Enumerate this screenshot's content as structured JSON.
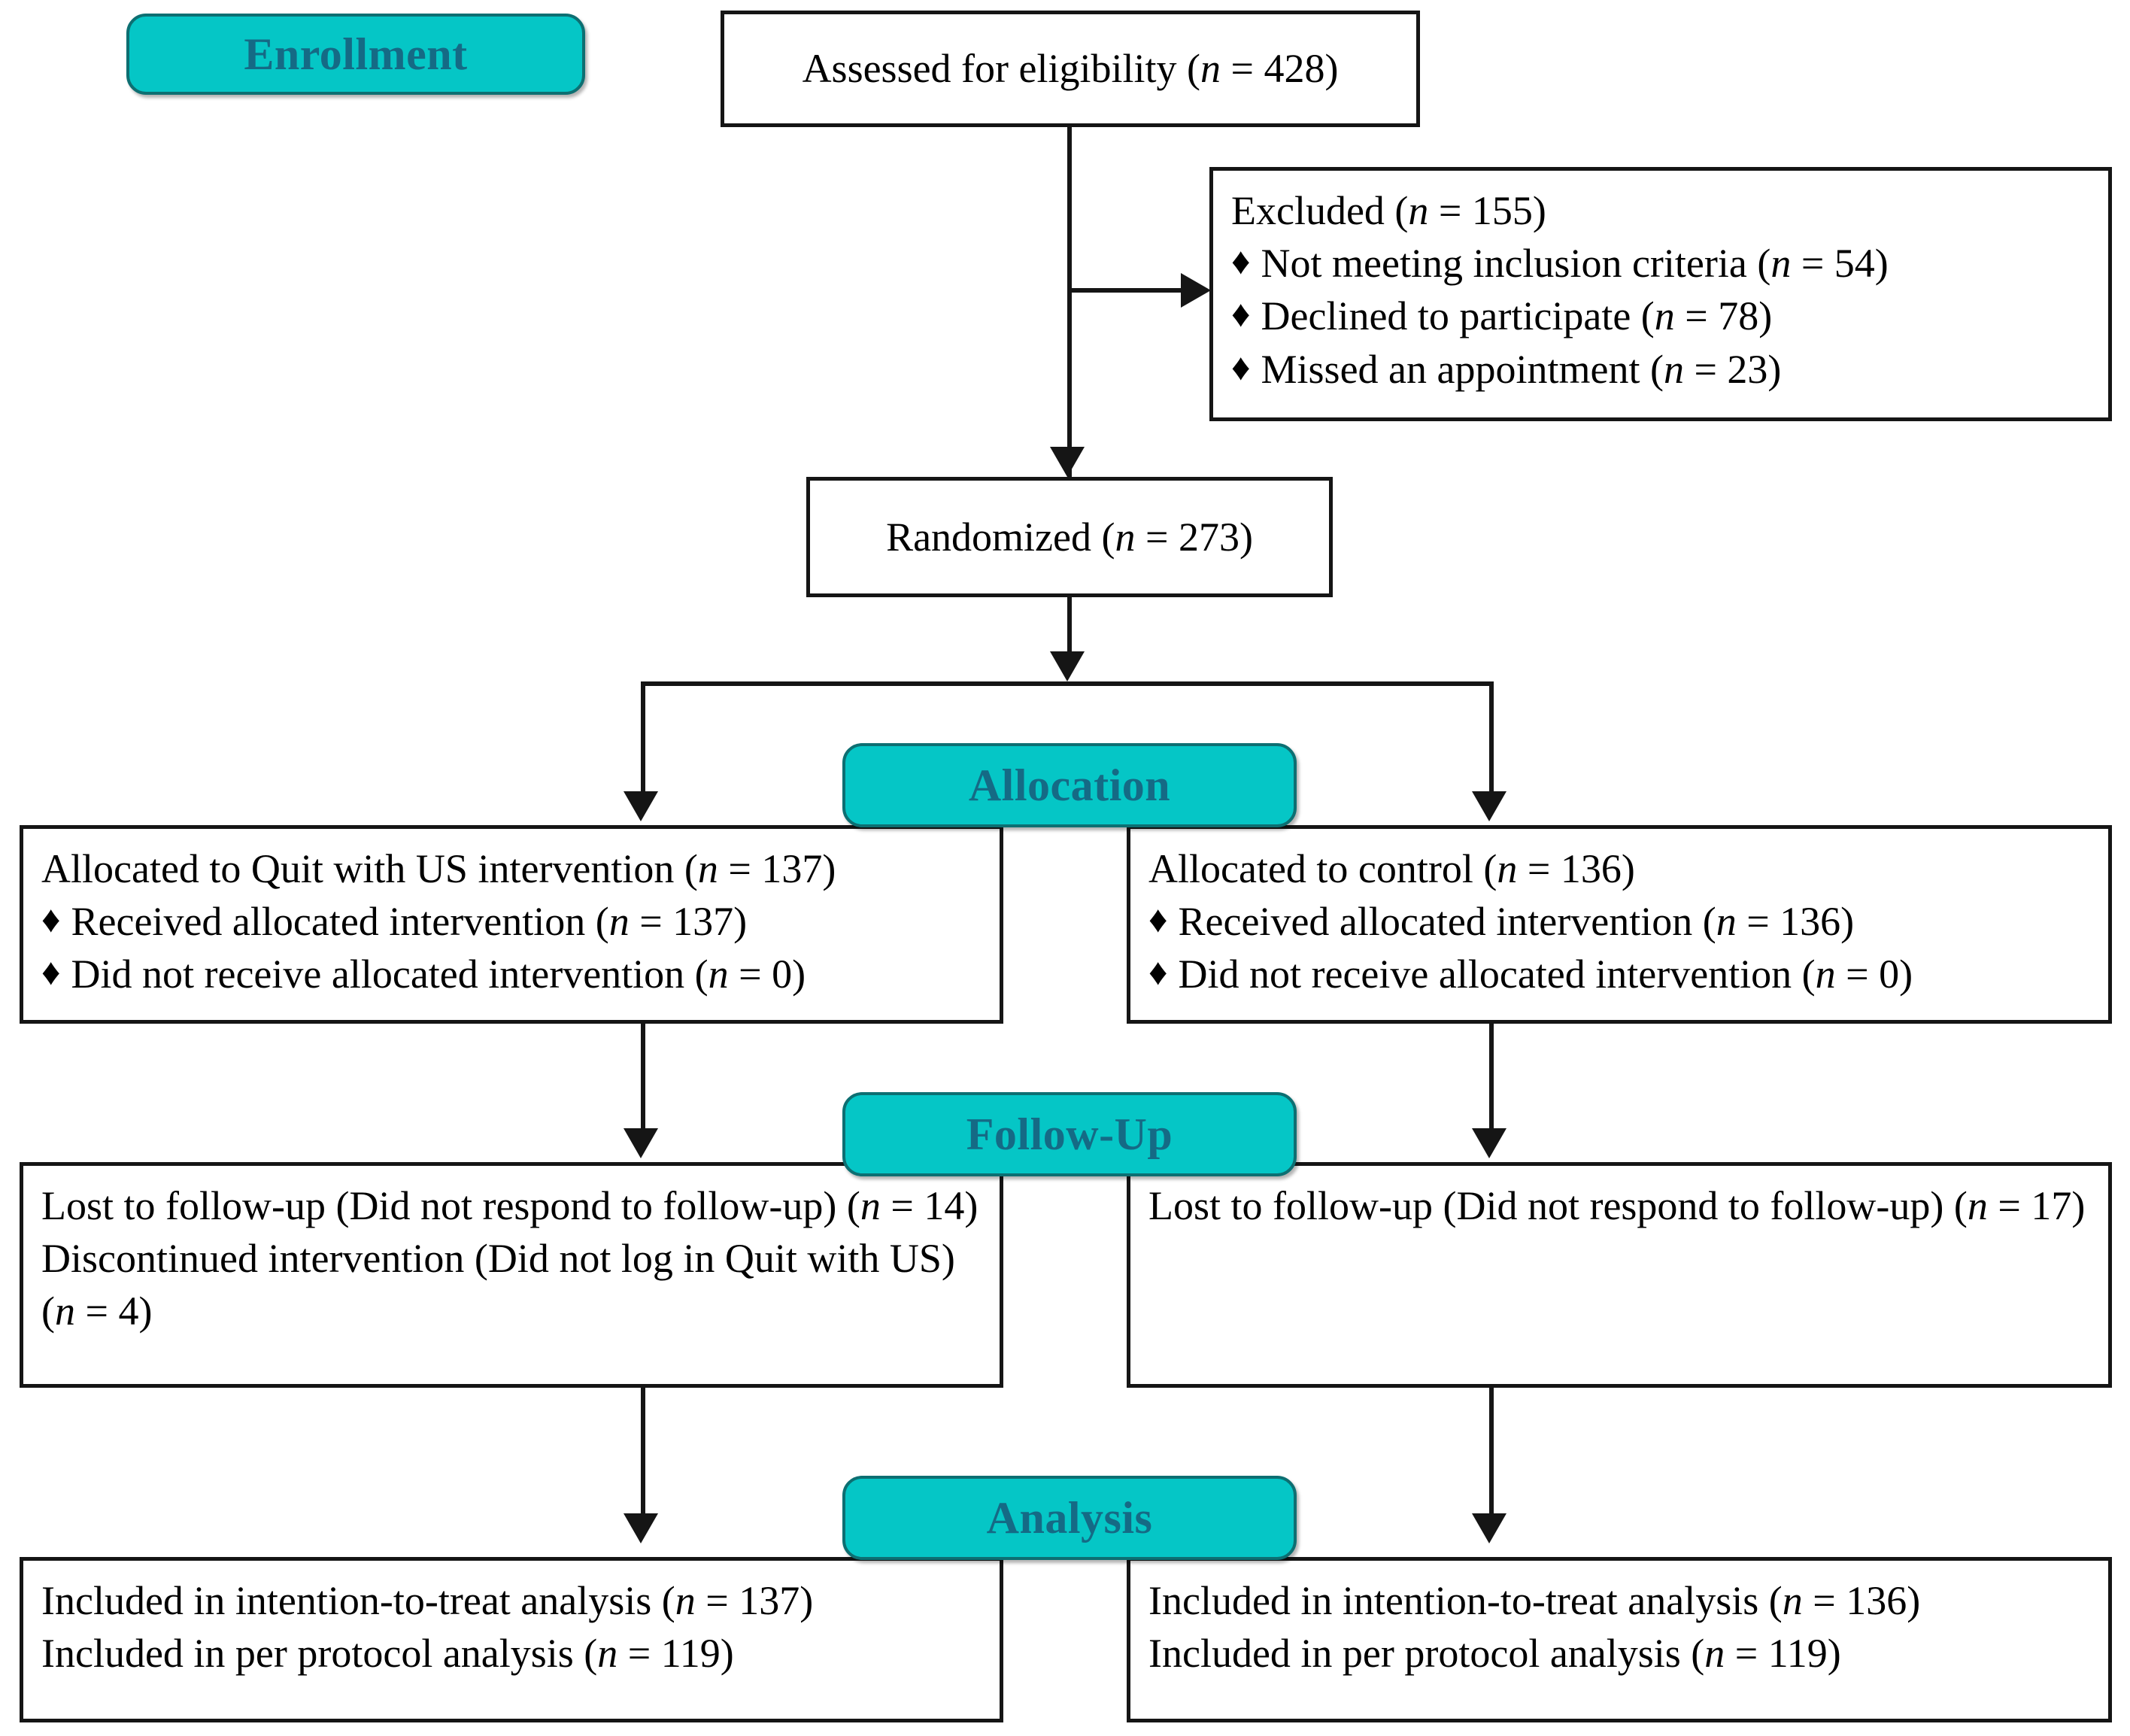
{
  "diagram": {
    "title": "CONSORT participant flow diagram",
    "colors": {
      "badge_fill": "#05c6c6",
      "badge_border": "#0d6f72",
      "badge_text": "#156a85",
      "box_border": "#151515",
      "box_fill": "#ffffff",
      "text": "#000000"
    },
    "bullet_glyph": "♦"
  },
  "stages": {
    "enrollment": "Enrollment",
    "allocation": "Allocation",
    "followup": "Follow-Up",
    "analysis": "Analysis"
  },
  "nodes": {
    "assessed": {
      "text": "Assessed for eligibility (n = 428)",
      "parts": {
        "label": "Assessed for eligibility (",
        "n": "n",
        "value": " = 428)"
      }
    },
    "excluded": {
      "heading": {
        "label": "Excluded (",
        "n": "n",
        "value": " = 155)"
      },
      "items": [
        {
          "label": "Not meeting inclusion criteria (",
          "n": "n",
          "value": " = 54)"
        },
        {
          "label": "Declined to participate (",
          "n": "n",
          "value": " = 78)"
        },
        {
          "label": "Missed an appointment (",
          "n": "n",
          "value": " = 23)"
        }
      ]
    },
    "randomized": {
      "text": "Randomized (n = 273)",
      "parts": {
        "label": "Randomized (",
        "n": "n",
        "value": " = 273)"
      }
    },
    "allocation_left": {
      "heading": {
        "label": "Allocated to Quit with US intervention (",
        "n": "n",
        "value": " = 137)"
      },
      "items": [
        {
          "label": "Received allocated intervention (",
          "n": "n",
          "value": " = 137)"
        },
        {
          "label": "Did not receive allocated intervention (",
          "n": "n",
          "value": " = 0)"
        }
      ]
    },
    "allocation_right": {
      "heading": {
        "label": "Allocated to control (",
        "n": "n",
        "value": " = 136)"
      },
      "items": [
        {
          "label": "Received allocated intervention (",
          "n": "n",
          "value": " = 136)"
        },
        {
          "label": "Did not receive allocated intervention (",
          "n": "n",
          "value": " = 0)"
        }
      ]
    },
    "followup_left": {
      "paragraphs": [
        {
          "label": "Lost to follow-up (Did not respond to follow-up) (",
          "n": "n",
          "value": " = 14)"
        },
        {
          "label": "Discontinued intervention (Did not log in Quit with US) (",
          "n": "n",
          "value": " = 4)"
        }
      ]
    },
    "followup_right": {
      "paragraphs": [
        {
          "label": "Lost to follow-up (Did not respond to follow-up) (",
          "n": "n",
          "value": " = 17)"
        }
      ]
    },
    "analysis_left": {
      "lines": [
        {
          "label": "Included in intention-to-treat analysis (",
          "n": "n",
          "value": " = 137)"
        },
        {
          "label": "Included in per protocol analysis (",
          "n": "n",
          "value": " = 119)"
        }
      ]
    },
    "analysis_right": {
      "lines": [
        {
          "label": "Included in intention-to-treat analysis (",
          "n": "n",
          "value": " = 136)"
        },
        {
          "label": "Included in per protocol analysis (",
          "n": "n",
          "value": " = 119)"
        }
      ]
    }
  }
}
